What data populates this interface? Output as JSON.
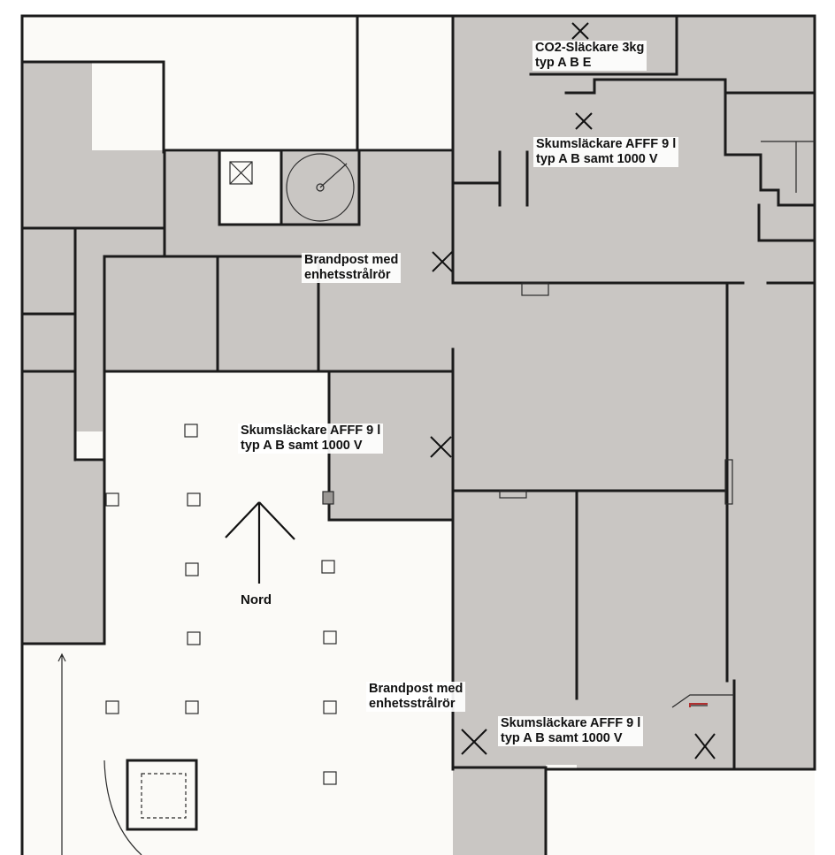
{
  "colors": {
    "room_fill": "#c9c6c3",
    "open_fill": "#fbfaf7",
    "wall": "#1b1b1b",
    "marker": "#111111",
    "accent_red": "#b03030"
  },
  "compass": {
    "label": "Nord",
    "icon": "north-arrow-icon"
  },
  "equipment": [
    {
      "id": "co2",
      "type": "fire-extinguisher-marker",
      "line1": "CO2-Släckare 3kg",
      "line2": "typ A B E"
    },
    {
      "id": "foam-top",
      "type": "fire-extinguisher-marker",
      "line1": "Skumsläckare AFFF 9 l",
      "line2": "typ A B samt 1000 V"
    },
    {
      "id": "hydrant-top",
      "type": "fire-hydrant-marker",
      "line1": "Brandpost med",
      "line2": "enhetsstrålrör"
    },
    {
      "id": "foam-middle",
      "type": "fire-extinguisher-marker",
      "line1": "Skumsläckare AFFF 9 l",
      "line2": "typ A B samt 1000 V"
    },
    {
      "id": "hydrant-bottom",
      "type": "fire-hydrant-marker",
      "line1": "Brandpost med",
      "line2": "enhetsstrålrör"
    },
    {
      "id": "foam-bottom",
      "type": "fire-extinguisher-marker",
      "line1": "Skumsläckare AFFF 9 l",
      "line2": "typ A B samt 1000 V"
    }
  ]
}
